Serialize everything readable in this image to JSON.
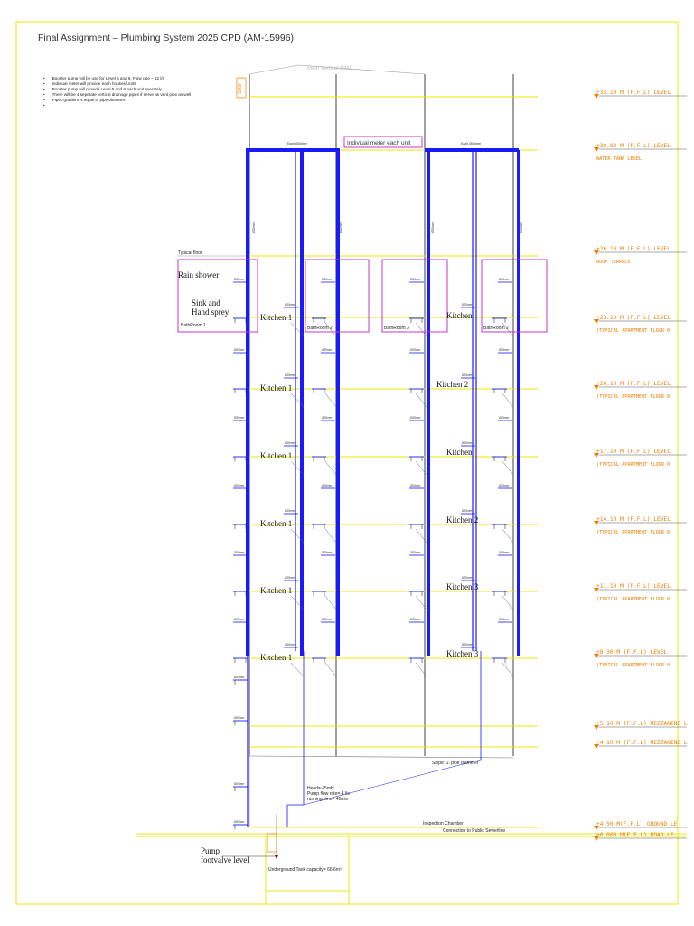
{
  "title": "Final Assignment –  Plumbing  System 2025 CPD (AM-15996)",
  "notes": [
    "Booster pump will be use for Level 5 and 6, Flow rate – 12 l/s",
    "Indiviual meter will provide each houses/Units",
    "Booster pump will provide Level 5 and 6 each unit sperately",
    "There will be 4 seperate vertical drainage pipes if serve as vent pipe as well",
    "Pipes gradient is equal to pipe diameter.",
    ""
  ],
  "top_label": "Main Vertical Ø110",
  "meter_label": "Indiviual meter each unit",
  "each_label": "Each Ø40mm",
  "typical_floor": "Typical floor",
  "rooms": {
    "rain_shower": "Rain shower",
    "sink_hand": "Sink and\nHand sprey",
    "bathroom1": "BathRoom 1",
    "bathroom2": "BathRoom 2",
    "bathroom3": "BathRoom 3",
    "bathroom2b": "BathRoom 2"
  },
  "kitchens": {
    "left": [
      "Kitchen 1",
      "Kitchen 1",
      "Kitchen 1",
      "Kitchen 1",
      "Kitchen 1",
      "Kitchen 1"
    ],
    "right": [
      "Kitchen",
      "Kitchen 2",
      "Kitchen",
      "Kitchen 2",
      "Kitchen 3",
      "Kitchen 3"
    ]
  },
  "pipe_size_label": "Ø25mm",
  "riser_label": "Ø32mm",
  "levels": [
    {
      "text": "+33.10  M  (F.F.L)  LEVEL",
      "sub": ""
    },
    {
      "text": "+30.80  M  (F.F.L)  LEVEL",
      "sub": "WATER  TANK  LEVEL"
    },
    {
      "text": "+26.10  M  (F.F.L)  LEVEL",
      "sub": "ROOF  TERRACE"
    },
    {
      "text": "+23.10  M  (F.F.L)  LEVEL",
      "sub": "(TYPICAL  APARTMENT  FLOOR  0"
    },
    {
      "text": "+20.10  M  (F.F.L)  LEVEL",
      "sub": "(TYPICAL  APARTMENT  FLOOR  0"
    },
    {
      "text": "+17.10  M  (F.F.L)  LEVEL",
      "sub": "(TYPICAL  APARTMENT  FLOOR  0"
    },
    {
      "text": "+14.10  M  (F.F.L)  LEVEL",
      "sub": "(TYPICAL  APARTMENT  FLOOR  0"
    },
    {
      "text": "+11.10  M  (F.F.L)  LEVEL",
      "sub": "(TYPICAL  APARTMENT  FLOOR  0"
    },
    {
      "text": "+8.30  M  (F.F.L)  LEVEL",
      "sub": "(TYPICAL  APARTMENT  FLOOR  0"
    },
    {
      "text": "+5.10  M  (F.F.L)  MEZZANINE  L",
      "sub": ""
    },
    {
      "text": "+4.10  M  (F.F.L)  MEZZANINE  L",
      "sub": ""
    },
    {
      "text": "+4.50  M(F.F.L)  GROUND    LE",
      "sub": ""
    },
    {
      "text": "+0.000  M(F.F.L)  ROAD    LE",
      "sub": ""
    }
  ],
  "pump_info": [
    "Head= 45mH",
    "Pump flow rate= 4 l/s",
    "running time= 45min"
  ],
  "inspection": "Inspection Chamber",
  "sewer": "Connection to Public Sewerline",
  "slope": "Slope: 1: pipe diameter",
  "pump_footvalve": "Pump\nfootvalve level",
  "tank": "Underground Tank capacity= 66.6m³",
  "dim_1500": "1500",
  "colors": {
    "border": "#f2e600",
    "level_line": "#e8e800",
    "pipe": "#1a1aff",
    "bathroom": "#cc33cc",
    "orange": "#f07d00"
  }
}
